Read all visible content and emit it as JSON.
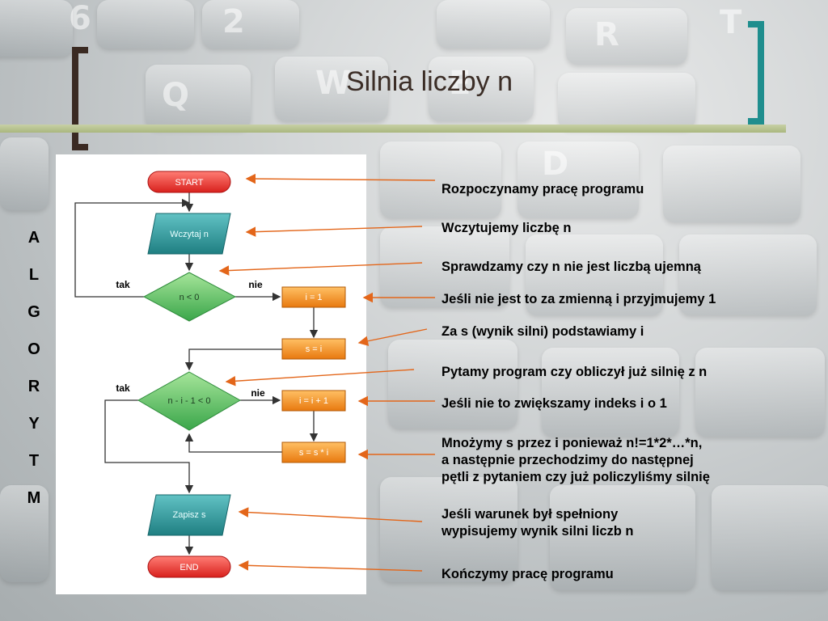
{
  "title": "Silnia liczby n",
  "side_word": [
    "A",
    "L",
    "G",
    "O",
    "R",
    "Y",
    "T",
    "M"
  ],
  "background_keys": [
    "2",
    "R",
    "W",
    "E",
    "D",
    "Q",
    "T",
    "6"
  ],
  "flowchart": {
    "start": "START",
    "input": "Wczytaj n",
    "cond1": "n < 0",
    "cond1_yes": "tak",
    "cond1_no": "nie",
    "init_i": "i = 1",
    "init_s": "s = i",
    "cond2": "n - i - 1 < 0",
    "cond2_yes": "tak",
    "cond2_no": "nie",
    "inc_i": "i = i + 1",
    "mul_s": "s = s * i",
    "output": "Zapisz s",
    "end": "END"
  },
  "descriptions": [
    [
      "Rozpoczynamy pracę programu"
    ],
    [
      "Wczytujemy liczbę n"
    ],
    [
      "Sprawdzamy czy n nie jest liczbą ujemną"
    ],
    [
      "Jeśli nie jest to za zmienną i przyjmujemy 1"
    ],
    [
      "Za s (wynik silni) podstawiamy i"
    ],
    [
      "Pytamy program czy obliczył już silnię z n"
    ],
    [
      "Jeśli nie to zwiększamy indeks i o 1"
    ],
    [
      "Mnożymy s przez i ponieważ n!=1*2*…*n,",
      "a następnie przechodzimy do następnej",
      "pętli z pytaniem czy już policzyliśmy silnię"
    ],
    [
      "Jeśli warunek był spełniony",
      "wypisujemy wynik silni liczb n"
    ],
    [
      "Kończymy pracę programu"
    ]
  ],
  "colors": {
    "terminator": "#e8413d",
    "io": "#2a8f92",
    "decision": "#4db85a",
    "process": "#f08a1c",
    "arrow": "#e3661a"
  }
}
